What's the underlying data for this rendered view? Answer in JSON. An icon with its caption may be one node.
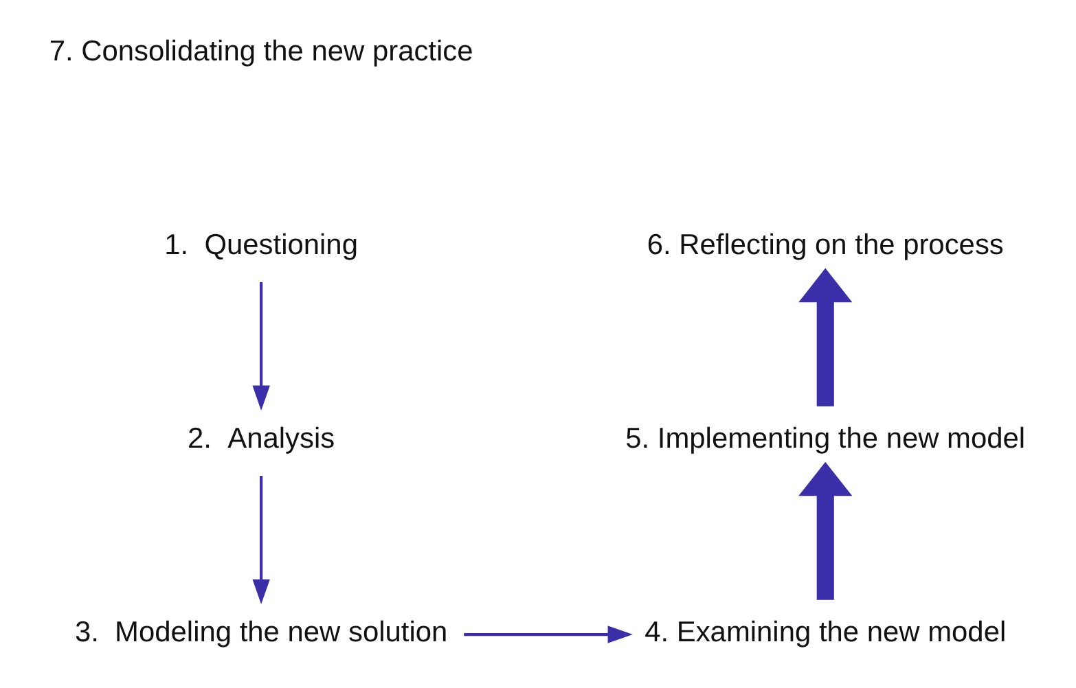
{
  "diagram": {
    "nodes": [
      {
        "text": [
          "1.  Questioning"
        ]
      },
      {
        "text": [
          "2.  Analysis"
        ]
      },
      {
        "text": [
          "3.  Modeling the new solution"
        ]
      },
      {
        "text": [
          "4. Examining the new model"
        ]
      },
      {
        "text": [
          "5. Implementing the new model"
        ]
      },
      {
        "text": [
          "6. Reflecting on the process"
        ]
      }
    ],
    "edges": [
      {
        "from": 0,
        "to": 1,
        "arrow": "to"
      },
      {
        "from": 1,
        "to": 2,
        "arrow": "to"
      },
      {
        "from": 2,
        "to": 3,
        "arrow": "to"
      },
      {
        "from": 3,
        "to": 4,
        "arrow": "to",
        "style": "thick"
      },
      {
        "from": 4,
        "to": 5,
        "arrow": "to",
        "style": "thick"
      }
    ],
    "labels": [
      "7. Consolidating the new practice"
    ]
  }
}
